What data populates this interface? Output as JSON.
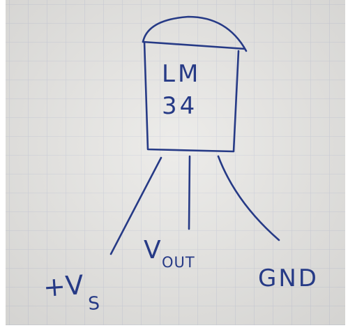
{
  "component": {
    "label_line1": "LM",
    "label_line2": "34"
  },
  "pins": [
    {
      "label": "+V",
      "subscript": "S"
    },
    {
      "label": "V",
      "subscript": "OUT"
    },
    {
      "label": "GND",
      "subscript": ""
    }
  ],
  "colors": {
    "ink": "#263a86",
    "paper": "#e7e6e3",
    "grid": "#c7cbd8"
  }
}
